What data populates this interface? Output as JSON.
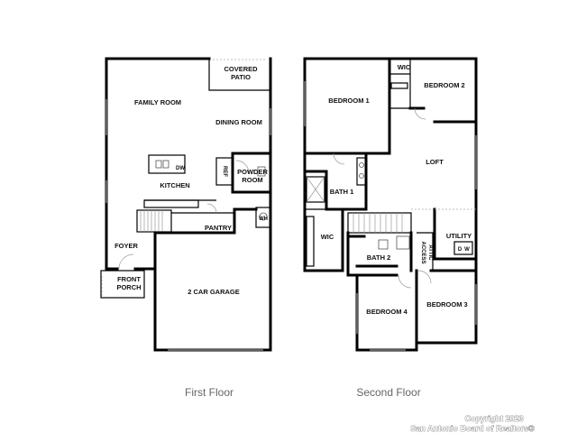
{
  "first_floor": {
    "caption": "First Floor",
    "rooms": {
      "covered_patio_1": "COVERED",
      "covered_patio_2": "PATIO",
      "family_room": "FAMILY ROOM",
      "dining_room": "DINING ROOM",
      "powder_room_1": "POWDER",
      "powder_room_2": "ROOM",
      "ref": "REF",
      "dw": "DW",
      "kitchen": "KITCHEN",
      "wh": "WH",
      "pantry": "PANTRY",
      "foyer": "FOYER",
      "front_porch_1": "FRONT",
      "front_porch_2": "PORCH",
      "garage": "2 CAR GARAGE"
    }
  },
  "second_floor": {
    "caption": "Second Floor",
    "rooms": {
      "wic_top": "WIC",
      "bedroom_2": "BEDROOM 2",
      "bedroom_1": "BEDROOM 1",
      "loft": "LOFT",
      "bath_1": "BATH 1",
      "wic_left": "WIC",
      "utility": "UTILITY",
      "dryer": "D",
      "washer": "W",
      "attic_access_1": "ATTIC",
      "attic_access_2": "ACCESS",
      "bath_2": "BATH 2",
      "bedroom_4": "BEDROOM 4",
      "bedroom_3": "BEDROOM 3"
    }
  },
  "watermark": {
    "line1": "Copyright 2023",
    "line2": "San Antonio Board of Realtors®"
  }
}
